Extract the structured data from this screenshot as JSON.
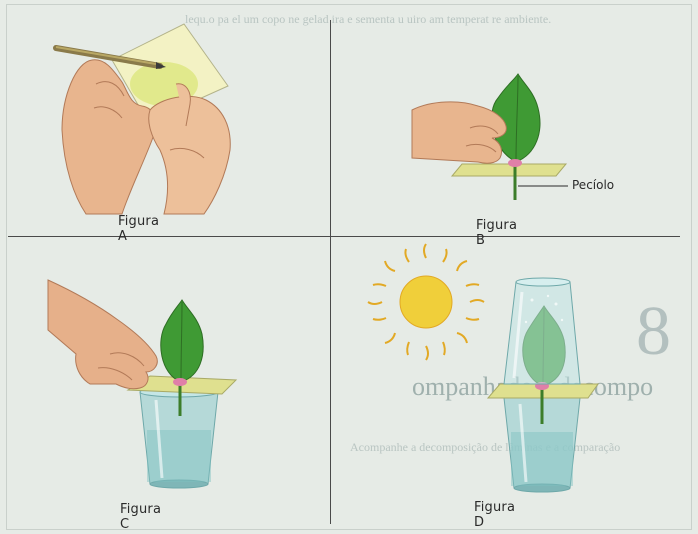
{
  "figures": [
    {
      "label": "Figura A"
    },
    {
      "label": "Figura B",
      "annotation": "Pecíolo"
    },
    {
      "label": "Figura C"
    },
    {
      "label": "Figura D"
    }
  ],
  "colors": {
    "page_background": "#e6ebe6",
    "leaf": "#3f9a34",
    "skin": "#e8b58e",
    "card": "#e4e29a",
    "cup": "#8fc7c8",
    "sun": "#f0cf3a"
  },
  "icons": [
    "pencil-icon",
    "leaf-icon",
    "sun-icon",
    "hand-icon",
    "cup-icon"
  ]
}
